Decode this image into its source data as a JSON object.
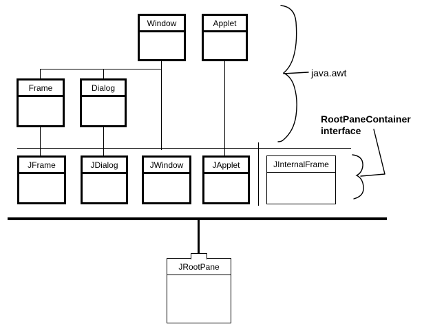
{
  "diagram": {
    "title": "Java AWT and Swing top-level container hierarchy",
    "colors": {
      "stroke": "#000000",
      "background": "#ffffff"
    },
    "awt_row": [
      {
        "name": "Window",
        "label": "Window"
      },
      {
        "name": "Applet",
        "label": "Applet"
      }
    ],
    "awt_subrow": [
      {
        "name": "Frame",
        "label": "Frame"
      },
      {
        "name": "Dialog",
        "label": "Dialog"
      }
    ],
    "swing_row": [
      {
        "name": "JFrame",
        "label": "JFrame"
      },
      {
        "name": "JDialog",
        "label": "JDialog"
      },
      {
        "name": "JWindow",
        "label": "JWindow"
      },
      {
        "name": "JApplet",
        "label": "JApplet"
      }
    ],
    "swing_separate": [
      {
        "name": "JInternalFrame",
        "label": "JInternalFrame"
      }
    ],
    "root": {
      "name": "JRootPane",
      "label": "JRootPane"
    },
    "annotations": {
      "package": "java.awt",
      "interface_line1": "RootPaneContainer",
      "interface_line2": "interface"
    }
  }
}
